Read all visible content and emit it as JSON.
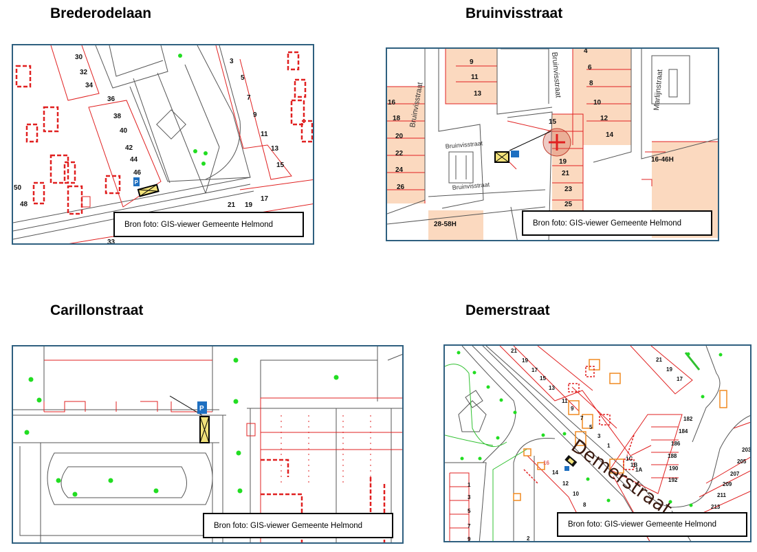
{
  "sections": [
    {
      "title": "Brederodelaan",
      "caption": "Bron foto: GIS-viewer Gemeente Helmond",
      "labels": [
        "30",
        "32",
        "34",
        "36",
        "38",
        "40",
        "42",
        "44",
        "46",
        "50",
        "48",
        "3",
        "5",
        "7",
        "9",
        "11",
        "13",
        "15",
        "17",
        "19",
        "21",
        "33"
      ]
    },
    {
      "title": "Bruinvisstraat",
      "caption": "Bron foto: GIS-viewer Gemeente Helmond",
      "labels": [
        "9",
        "11",
        "13",
        "16",
        "18",
        "20",
        "22",
        "24",
        "26",
        "4",
        "6",
        "8",
        "10",
        "12",
        "14",
        "15",
        "19",
        "21",
        "23",
        "25",
        "16-46H",
        "28-58H"
      ],
      "streets": [
        "Bruinvisstraat",
        "Bruinvisstraat",
        "Bruinvisstraat",
        "Bruinvisstraat",
        "Marlijnstraat"
      ]
    },
    {
      "title": "Carillonstraat",
      "caption": "Bron foto: GIS-viewer Gemeente Helmond",
      "parking": "P"
    },
    {
      "title": "Demerstraat",
      "caption": "Bron foto: GIS-viewer Gemeente Helmond",
      "street": "Demerstraat",
      "labels": [
        "21",
        "19",
        "17",
        "15",
        "13",
        "11",
        "9",
        "7",
        "5",
        "3",
        "1",
        "14",
        "12",
        "10",
        "8",
        "16",
        "1C",
        "1B",
        "1A",
        "192",
        "190",
        "188",
        "186",
        "184",
        "182",
        "21",
        "19",
        "17",
        "203",
        "205",
        "207",
        "209",
        "211",
        "213",
        "1",
        "3",
        "5",
        "7",
        "9",
        "2"
      ]
    }
  ],
  "colors": {
    "frame": "#2e5f7f",
    "building": "#e02020",
    "road": "#555555",
    "tree": "#22dd22",
    "marker": "#f2e27a"
  }
}
